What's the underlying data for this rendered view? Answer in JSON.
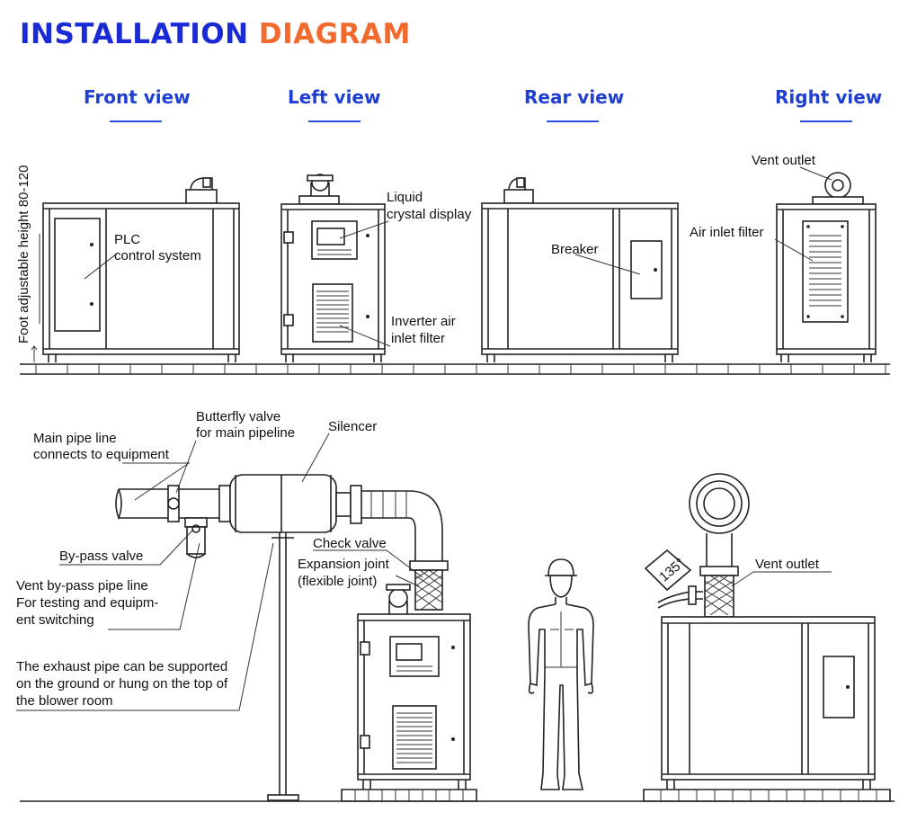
{
  "title": {
    "part1": "INSTALLATION",
    "part2": "DIAGRAM"
  },
  "colors": {
    "title_blue": "#1a2bd6",
    "title_orange": "#f26a2e",
    "view_blue": "#1f3fd1"
  },
  "views": {
    "front": "Front view",
    "left": "Left view",
    "rear": "Rear view",
    "right": "Right view"
  },
  "labels": {
    "foot": "Foot adjustable height 80-120",
    "plc_1": "PLC",
    "plc_2": "control system",
    "lcd_1": "Liquid",
    "lcd_2": "crystal display",
    "inverter_1": "Inverter air",
    "inverter_2": "inlet filter",
    "breaker": "Breaker",
    "vent_outlet_top": "Vent outlet",
    "air_inlet_filter": "Air inlet filter",
    "main_pipe_1": "Main pipe line",
    "main_pipe_2": "connects to equipment",
    "butterfly_1": "Butterfly valve",
    "butterfly_2": "for main pipeline",
    "silencer": "Silencer",
    "bypass_valve": "By-pass valve",
    "check_valve": "Check valve",
    "expansion_1": "Expansion joint",
    "expansion_2": "(flexible joint)",
    "vent_bypass_1": "Vent by-pass pipe line",
    "vent_bypass_2": "For testing and equipm-",
    "vent_bypass_3": "ent switching",
    "exhaust_1": "The exhaust pipe can be supported",
    "exhaust_2": "on the ground or hung on the top of",
    "exhaust_3": "the blower room",
    "vent_outlet_bottom": "Vent outlet",
    "angle": "135°"
  }
}
